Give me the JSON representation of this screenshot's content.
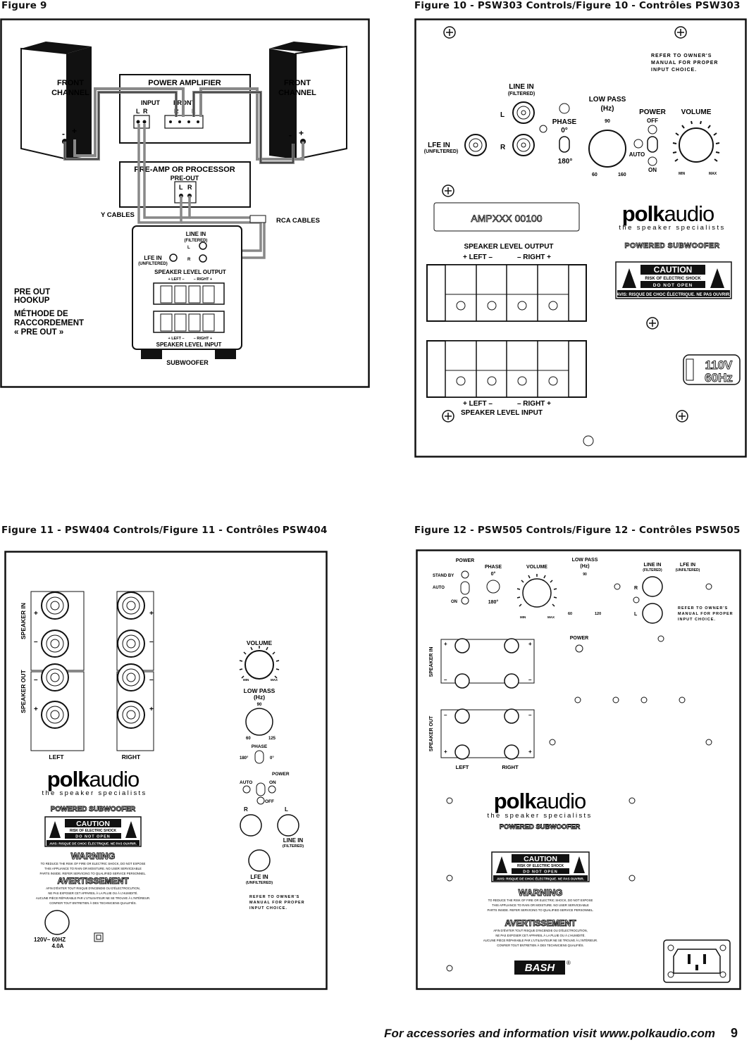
{
  "fig9": {
    "title": "Figure 9",
    "front_channel": "FRONT",
    "front_channel_2": "CHANNEL",
    "power_amplifier": "POWER AMPLIFIER",
    "input": "INPUT",
    "front": "FRONT",
    "l": "L",
    "r": "R",
    "minus": "-",
    "plus": "+",
    "preamp": "PRE-AMP OR PROCESSOR",
    "preout": "PRE-OUT",
    "y_cables": "Y CABLES",
    "rca_cables": "RCA CABLES",
    "line_in": "LINE IN",
    "filtered": "(FILTERED)",
    "lfe_in": "LFE IN",
    "unfiltered": "(UNFILTERED)",
    "speaker_level_output": "SPEAKER LEVEL OUTPUT",
    "left_small": "+ LEFT –",
    "right_small": "– RIGHT +",
    "speaker_level_input": "SPEAKER LEVEL INPUT",
    "subwoofer": "SUBWOOFER",
    "hookup_1": "PRE OUT",
    "hookup_2": "HOOKUP",
    "hookup_3": "MÉTHODE DE",
    "hookup_4": "RACCORDEMENT",
    "hookup_5": "« PRE OUT »"
  },
  "fig10": {
    "title": "Figure 10 - PSW303 Controls/Figure 10 - Contrôles PSW303",
    "refer_1": "REFER TO OWNER'S",
    "refer_2": "MANUAL FOR PROPER",
    "refer_3": "INPUT CHOICE.",
    "line_in": "LINE IN",
    "filtered": "(FILTERED)",
    "l": "L",
    "r": "R",
    "lfe_in": "LFE IN",
    "unfiltered": "(UNFILTERED)",
    "phase": "PHASE",
    "zero": "0°",
    "one80": "180°",
    "low_pass": "LOW PASS",
    "hz": "(Hz)",
    "lp_90": "90",
    "lp_60": "60",
    "lp_160": "160",
    "power": "POWER",
    "off": "OFF",
    "auto": "AUTO",
    "on": "ON",
    "volume": "VOLUME",
    "min": "MIN",
    "max": "MAX",
    "serial": "AMPXXX  00100",
    "brand_bold": "polk",
    "brand_light": "audio",
    "tagline": "the speaker specialists",
    "powered_sub": "POWERED SUBWOOFER",
    "caution": "CAUTION",
    "risk": "RISK OF ELECTRIC SHOCK",
    "dno": "DO NOT OPEN",
    "avis": "AVIS: RISQUE DE CHOC ÉLECTRIQUE. NE PAS OUVRIR.",
    "slo": "SPEAKER LEVEL OUTPUT",
    "left": "+ LEFT –",
    "right": "– RIGHT +",
    "sli": "SPEAKER LEVEL INPUT",
    "voltage_1": "110V",
    "voltage_2": "60Hz"
  },
  "fig11": {
    "title": "Figure 11 - PSW404 Controls/Figure 11 - Contrôles PSW404",
    "speaker_in": "SPEAKER IN",
    "speaker_out": "SPEAKER OUT",
    "plus": "+",
    "minus": "–",
    "left": "LEFT",
    "right": "RIGHT",
    "volume": "VOLUME",
    "min": "MIN",
    "max": "MAX",
    "low_pass": "LOW PASS",
    "hz": "(Hz)",
    "lp_90": "90",
    "lp_60": "60",
    "lp_125": "125",
    "phase": "PHASE",
    "one80": "180°",
    "zero": "0°",
    "power": "POWER",
    "auto": "AUTO",
    "on": "ON",
    "off": "OFF",
    "r": "R",
    "l": "L",
    "line_in": "LINE IN",
    "filtered": "(FILTERED)",
    "lfe_in": "LFE IN",
    "unfiltered": "(UNFILTERED)",
    "refer_1": "REFER TO OWNER'S",
    "refer_2": "MANUAL FOR PROPER",
    "refer_3": "INPUT CHOICE.",
    "brand_bold": "polk",
    "brand_light": "audio",
    "tagline": "the speaker specialists",
    "powered_sub": "POWERED SUBWOOFER",
    "caution": "CAUTION",
    "risk": "RISK OF ELECTRIC SHOCK",
    "dno": "DO NOT OPEN",
    "avis": "AVIS: RISQUE DE CHOC ÉLECTRIQUE. NE PAS OUVRIR.",
    "warning": "WARNING",
    "warn_1": "TO REDUCE THE RISK OF FIRE OR ELECTRIC SHOCK, DO NOT EXPOSE",
    "warn_2": "THIS APPLIANCE TO RAIN OR MOISTURE. NO USER SERVICEABLE",
    "warn_3": "PARTS INSIDE. REFER SERVICING TO QUALIFIED SERVICE PERSONNEL.",
    "avert": "AVERTISSEMENT",
    "av_1": "AFIN D'ÉVITER TOUT RISQUE D'INCENDIE OU D'ÉLECTROCUTION,",
    "av_2": "NE PAS EXPOSER CET APPAREIL À LA PLUIE OU À L'HUMIDITÉ.",
    "av_3": "AUCUNE PIÈCE RÉPARABLE PAR L'UTILISATEUR NE SE TROUVE À L'INTÉRIEUR.",
    "av_4": "CONFIER TOUT ENTRETIEN À DES TECHNICIENS QUALIFIÉS.",
    "volt": "120V~     60HZ",
    "amp": "4.0A"
  },
  "fig12": {
    "title": "Figure 12 - PSW505 Controls/Figure 12 - Contrôles PSW505",
    "power": "POWER",
    "standby": "STAND BY",
    "auto": "AUTO",
    "on": "ON",
    "phase": "PHASE",
    "zero": "0°",
    "one80": "180°",
    "volume": "VOLUME",
    "min": "MIN",
    "max": "MAX",
    "low_pass": "LOW PASS",
    "hz": "(Hz)",
    "lp_90": "90",
    "lp_60": "60",
    "lp_120": "120",
    "line_in": "LINE IN",
    "filtered": "(FILTERED)",
    "lfe_in": "LFE IN",
    "unfiltered": "(UNFILTERED)",
    "r": "R",
    "l": "L",
    "refer_1": "REFER TO OWNER'S",
    "refer_2": "MANUAL FOR PROPER",
    "refer_3": "INPUT CHOICE.",
    "speaker_in": "SPEAKER IN",
    "speaker_out": "SPEAKER OUT",
    "plus": "+",
    "minus": "–",
    "left": "LEFT",
    "right": "RIGHT",
    "brand_bold": "polk",
    "brand_light": "audio",
    "tagline": "the speaker specialists",
    "powered_sub": "POWERED SUBWOOFER",
    "caution": "CAUTION",
    "risk": "RISK OF ELECTRIC SHOCK",
    "dno": "DO NOT OPEN",
    "avis": "AVIS: RISQUE DE CHOC ÉLECTRIQUE. NE PAS OUVRIR.",
    "warning": "WARNING",
    "warn_1": "TO REDUCE THE RISK OF FIRE OR ELECTRIC SHOCK, DO NOT EXPOSE",
    "warn_2": "THIS APPLIANCE TO RAIN OR MOISTURE. NO USER SERVICEABLE",
    "warn_3": "PARTS INSIDE. REFER SERVICING TO QUALIFIED SERVICE PERSONNEL.",
    "avert": "AVERTISSEMENT",
    "av_1": "AFIN D'ÉVITER TOUT RISQUE D'INCENDIE OU D'ÉLECTROCUTION,",
    "av_2": "NE PAS EXPOSER CET APPAREIL À LA PLUIE OU À L'HUMIDITÉ.",
    "av_3": "AUCUNE PIÈCE RÉPARABLE PAR L'UTILISATEUR NE SE TROUVE À L'INTÉRIEUR.",
    "av_4": "CONFIER TOUT ENTRETIEN À DES TECHNICIENS QUALIFIÉS.",
    "bash": "BASH"
  },
  "footer": {
    "text": "For accessories and information visit www.polkaudio.com",
    "page": "9"
  }
}
